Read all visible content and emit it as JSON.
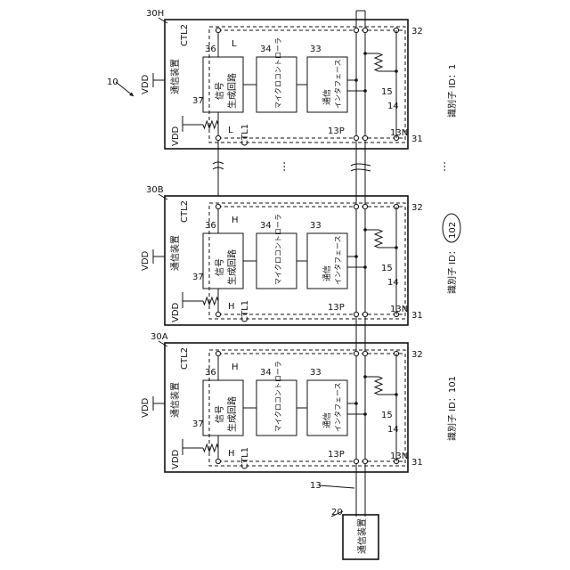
{
  "figure_ref": "10",
  "device_name": "通信装置",
  "vdd": "VDD",
  "ctl1": "CTL1",
  "ctl2": "CTL2",
  "signal_gen": [
    "信号",
    "生成回路"
  ],
  "micro": "マイクロコントローラ",
  "comm_if": [
    "通信",
    "インタフェース"
  ],
  "ref_numerals": {
    "signal_gen": "36",
    "micro": "34",
    "comm_if": "33",
    "resistor": "37",
    "r15": "15",
    "r14": "14",
    "n13p": "13P",
    "n13n": "13N",
    "t31": "31",
    "t32": "32",
    "bus": "13",
    "master": "20",
    "circled": "102"
  },
  "id_prefix": "識別子 ID：",
  "ellipsis": "…",
  "master_device": {
    "label": "通信装置",
    "ref": "20"
  },
  "devices": [
    {
      "ref": "30A",
      "level_top": "H",
      "level_bottom": "H",
      "id_value": "101",
      "circled": false
    },
    {
      "ref": "30B",
      "level_top": "H",
      "level_bottom": "H",
      "id_value": "",
      "circled": true
    },
    {
      "ref": "30H",
      "level_top": "L",
      "level_bottom": "L",
      "id_value": "1",
      "circled": false
    }
  ]
}
